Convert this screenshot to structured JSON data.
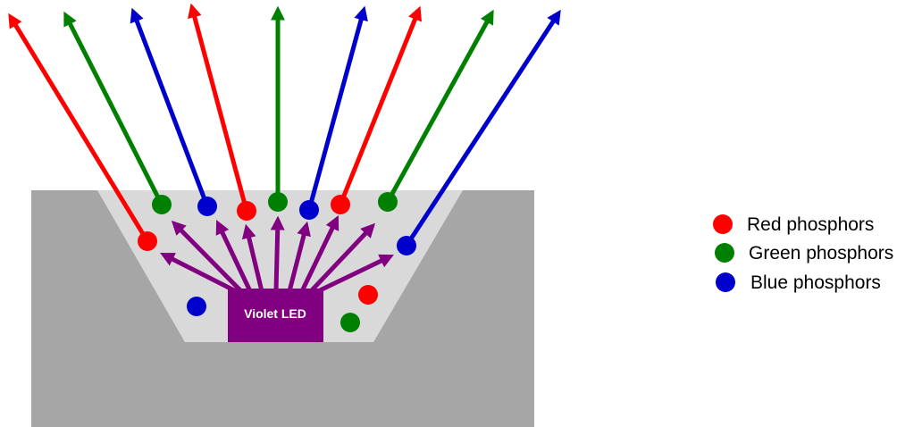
{
  "colors": {
    "package": "#a6a6a6",
    "cavity": "#d9d9d9",
    "led": "#800080",
    "red": "#ff0000",
    "green": "#008000",
    "blue": "#0000cc"
  },
  "led": {
    "label": "Violet LED"
  },
  "legend": {
    "items": [
      {
        "color": "red",
        "label": "Red phosphors"
      },
      {
        "color": "green",
        "label": "Green phosphors"
      },
      {
        "color": "blue",
        "label": "Blue phosphors"
      }
    ]
  },
  "phosphors": {
    "emitting": [
      "red",
      "green",
      "blue",
      "red",
      "green",
      "blue",
      "red",
      "green",
      "blue"
    ],
    "idle": [
      "blue",
      "red",
      "green"
    ]
  }
}
